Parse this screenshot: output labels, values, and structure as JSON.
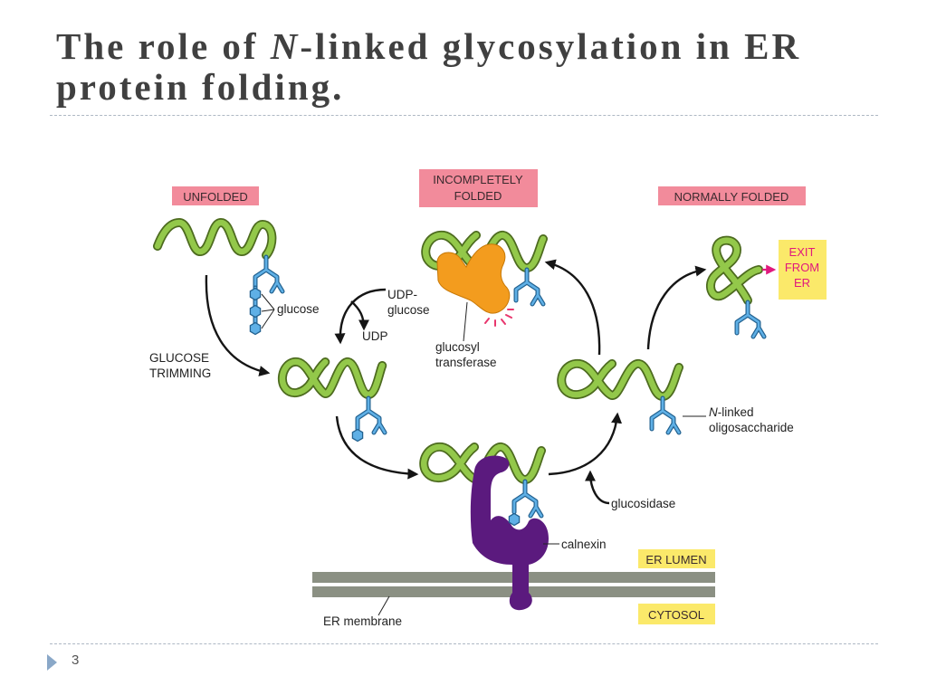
{
  "title": {
    "line1_pre": "The role of ",
    "line1_italic": "N",
    "line1_post": "-linked glycosylation in ER",
    "line2": "protein folding."
  },
  "diagram": {
    "stages": {
      "unfolded": "UNFOLDED",
      "incompletely_folded": [
        "INCOMPLETELY",
        "FOLDED"
      ],
      "normally_folded": "NORMALLY FOLDED"
    },
    "exit_from_er": [
      "EXIT",
      "FROM",
      "ER"
    ],
    "labels": {
      "glucose": "glucose",
      "udp_glucose": [
        "UDP-",
        "glucose"
      ],
      "udp": "UDP",
      "glucosyl_transferase": [
        "glucosyl",
        "transferase"
      ],
      "glucose_trimming": [
        "GLUCOSE",
        "TRIMMING"
      ],
      "n_linked_oligosaccharide": {
        "italic": "N",
        "rest": "-linked",
        "line2": "oligosaccharide"
      },
      "glucosidase": "glucosidase",
      "calnexin": "calnexin",
      "er_membrane": "ER membrane"
    },
    "compartments": {
      "er_lumen": "ER LUMEN",
      "cytosol": "CYTOSOL"
    }
  },
  "footer": {
    "bullet_icon": "triangle-bullet-icon",
    "page_number": "3"
  },
  "colors": {
    "title_text": "#404040",
    "stage_label_bg": "#f28b9b",
    "compartment_label_bg": "#fbe96a",
    "exit_text": "#e0197d",
    "protein": "#93c84a",
    "protein_outline": "#4d6b1f",
    "oligosaccharide": "#5fb0e6",
    "oligosaccharide_outline": "#22618f",
    "calnexin": "#5b1a7e",
    "glucosyl_transferase": "#f39c1e",
    "er_membrane": "#8b9083",
    "bullet": "#8aa8c8"
  }
}
